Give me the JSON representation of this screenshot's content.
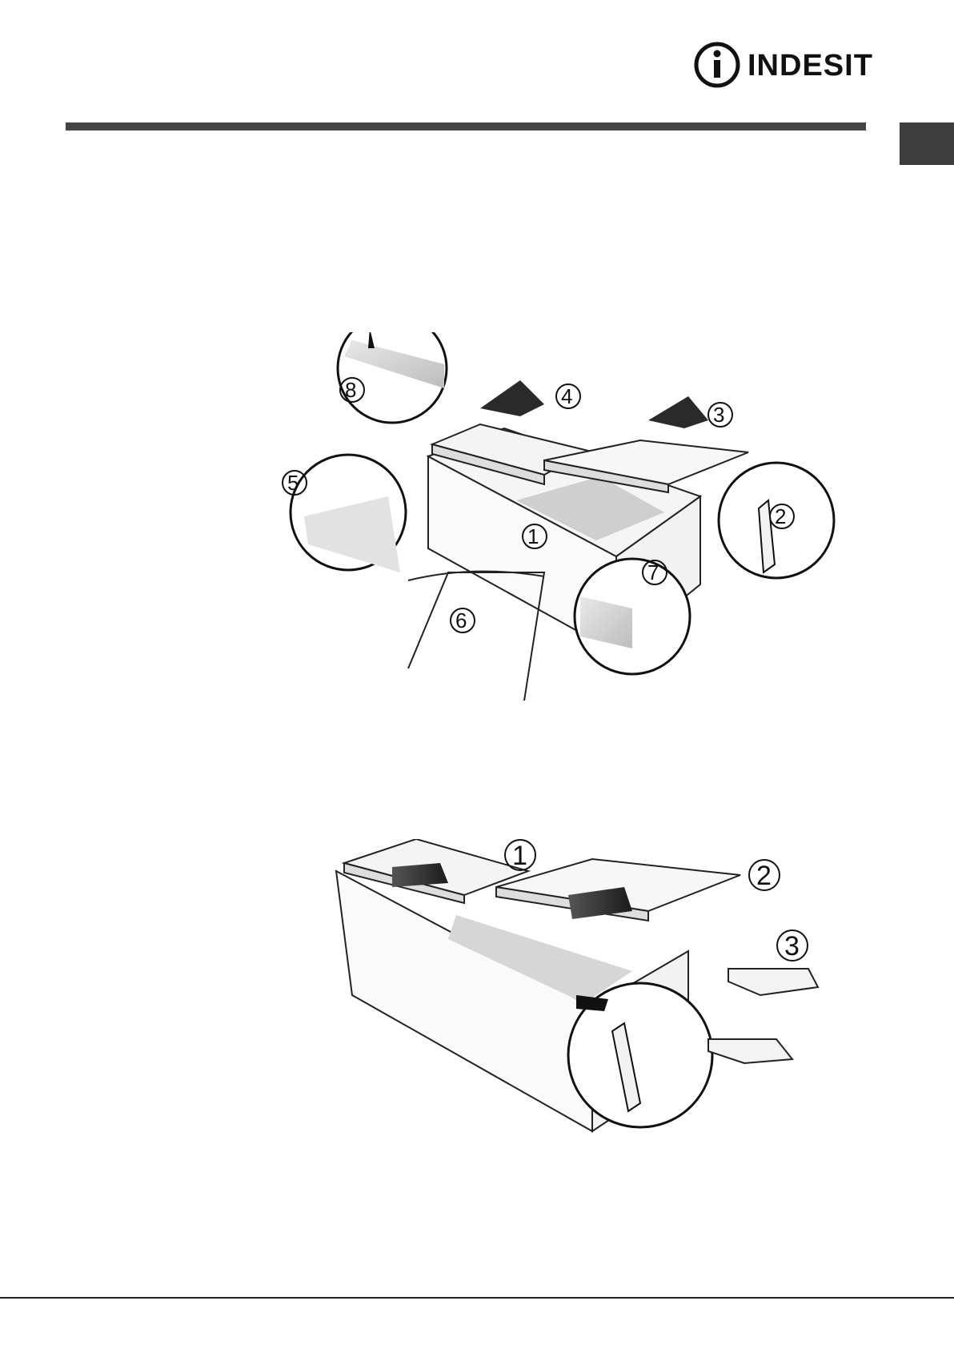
{
  "header": {
    "brand": "INDESIT",
    "accent_color": "#444444",
    "tab_color": "#3d3d3d"
  },
  "figure_top": {
    "steps": [
      "1",
      "2",
      "3",
      "4",
      "5",
      "6",
      "7",
      "8"
    ]
  },
  "figure_bottom": {
    "steps": [
      "1",
      "2",
      "3"
    ]
  },
  "icons": [
    "indesit-logo-icon",
    "arrow-icon",
    "hand-icon",
    "screw-icon",
    "hinge-icon"
  ]
}
